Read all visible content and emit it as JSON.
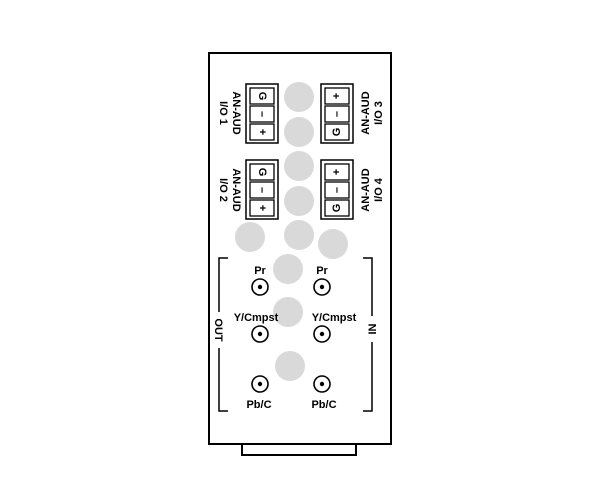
{
  "module": {
    "colors": {
      "panel_stroke": "#000000",
      "hole_fill": "#d9d9d9",
      "background": "#ffffff"
    },
    "analog_audio": [
      {
        "name": "AN-AUD",
        "io": "I/O 1",
        "pins": [
          "G",
          "–",
          "+"
        ]
      },
      {
        "name": "AN-AUD",
        "io": "I/O 2",
        "pins": [
          "G",
          "–",
          "+"
        ]
      },
      {
        "name": "AN-AUD",
        "io": "I/O 3",
        "pins": [
          "+",
          "–",
          "G"
        ]
      },
      {
        "name": "AN-AUD",
        "io": "I/O 4",
        "pins": [
          "+",
          "–",
          "G"
        ]
      }
    ],
    "video": {
      "out_label": "OUT",
      "in_label": "IN",
      "out_connectors": [
        "Pr",
        "Y/Cmpst",
        "Pb/C"
      ],
      "in_connectors": [
        "Pr",
        "Y/Cmpst",
        "Pb/C"
      ],
      "connector_icon": "bnc-connector-icon"
    }
  }
}
